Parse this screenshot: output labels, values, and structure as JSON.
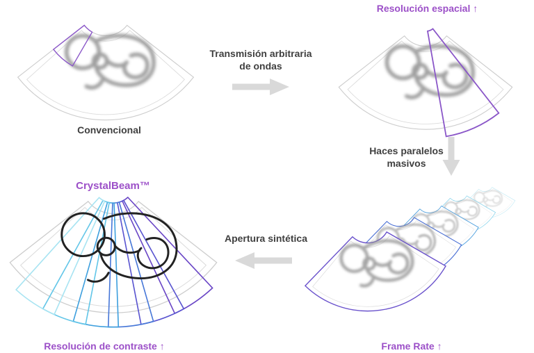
{
  "colors": {
    "purple_label": "#9C50C8",
    "dark_label": "#3F3F3F",
    "arrow_gray": "#D9D9D9",
    "fan_outline": "#CDCDCD",
    "fetus_soft": "#8F8F8F",
    "fetus_sharp": "#222222",
    "wedge_purple": "#8A56C8",
    "cascade": [
      "#6A52CC",
      "#4A6FD4",
      "#4FA0DE",
      "#7FD0EA",
      "#B9E6F2"
    ],
    "crystal_wedges": [
      "#6A46C6",
      "#5A55D0",
      "#4878D8",
      "#3FA0DE",
      "#63C6E8",
      "#A8E4F2"
    ]
  },
  "labels": {
    "conventional": "Convencional",
    "transmission_line1": "Transmisión arbitraria",
    "transmission_line2": "de ondas",
    "spatial_resolution": "Resolución espacial ↑",
    "parallel_beams_line1": "Haces paralelos",
    "parallel_beams_line2": "masivos",
    "frame_rate": "Frame Rate ↑",
    "synthetic_aperture": "Apertura sintética",
    "crystalbeam": "CrystalBeam™",
    "contrast_resolution": "Resolución de contraste ↑"
  }
}
